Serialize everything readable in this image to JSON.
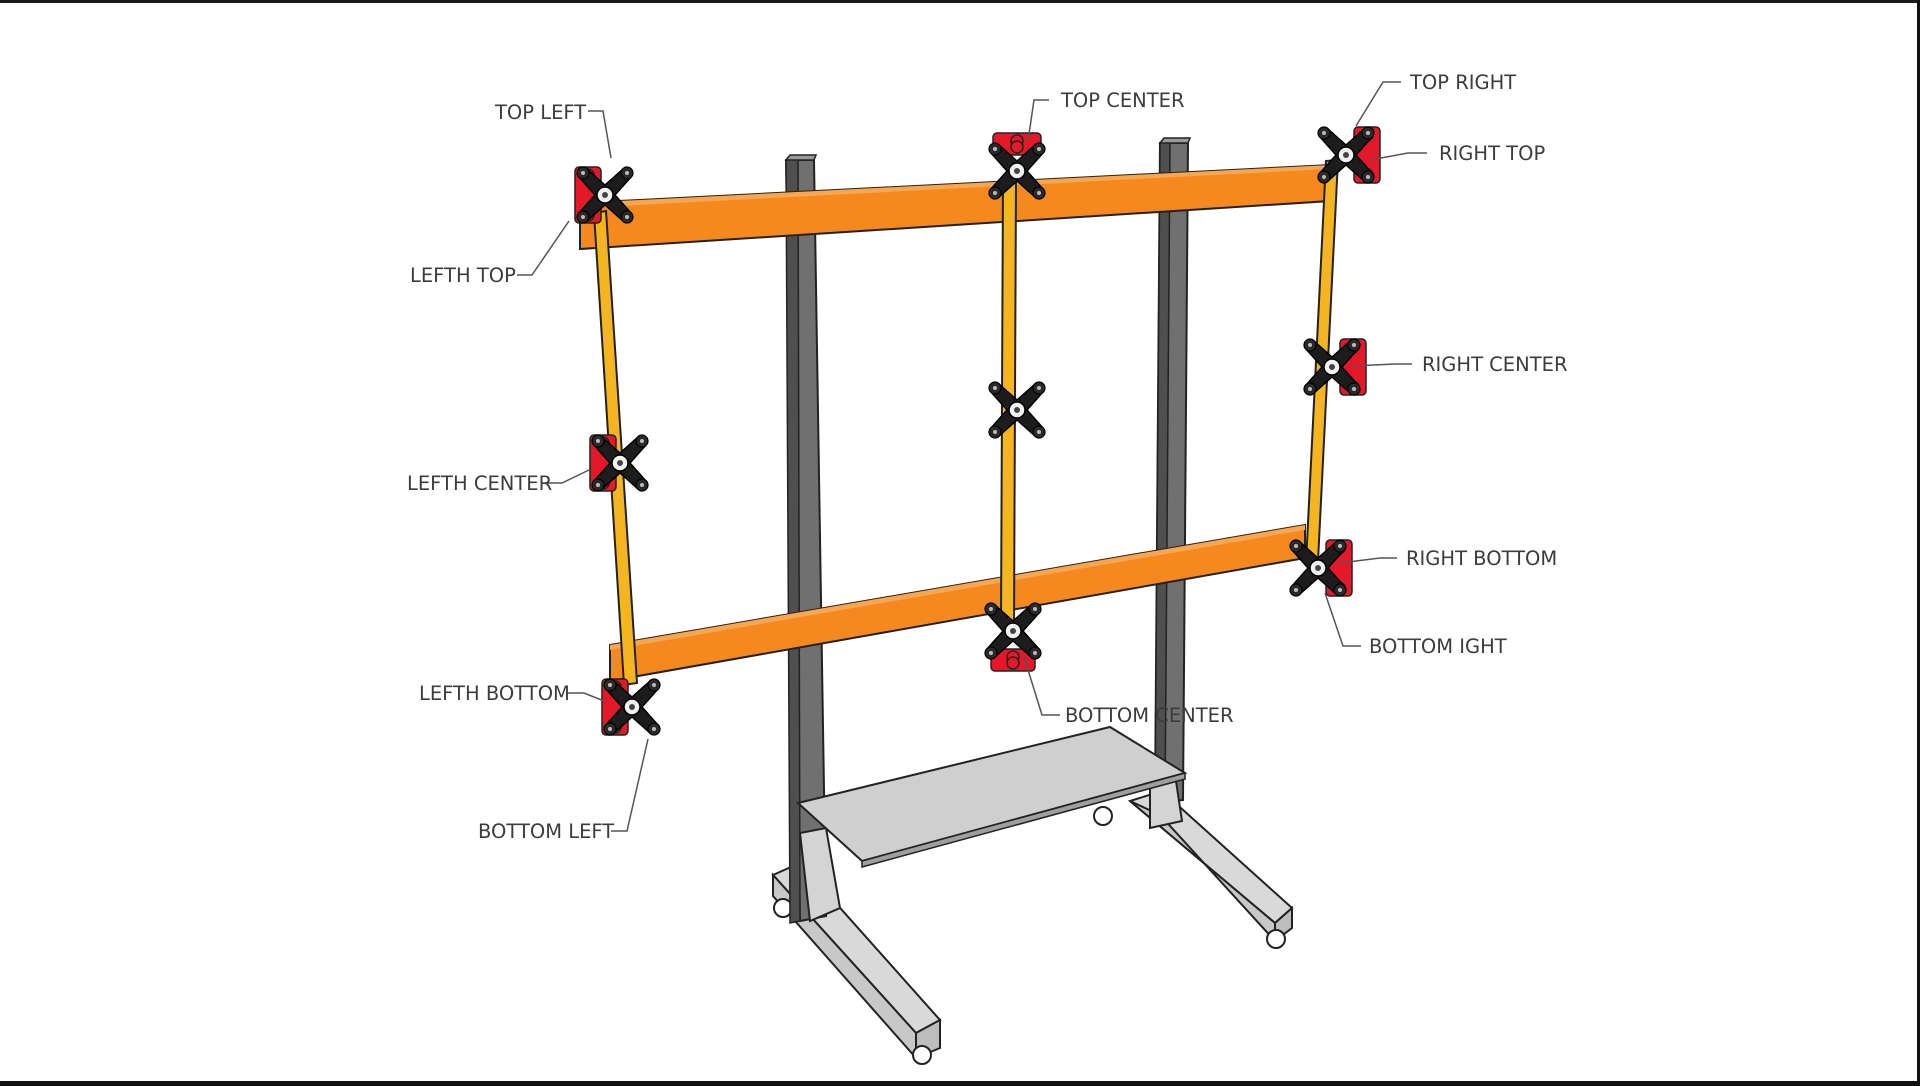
{
  "colors": {
    "background": "#ffffff",
    "frame_border": "#1a1a1a",
    "horizontal_beam": "#f5891f",
    "vertical_rail": "#f5b521",
    "post": "#6e6e6e",
    "bracket": "#1c1c1c",
    "clamp": "#e3192a",
    "shelf": "#cfcfcf",
    "base": "#d6d6d6",
    "label_text": "#3c3c3c"
  },
  "labels": {
    "top_left": "TOP LEFT",
    "top_center": "TOP CENTER",
    "top_right": "TOP RIGHT",
    "right_top": "RIGHT TOP",
    "lefth_top": "LEFTH TOP",
    "right_center": "RIGHT CENTER",
    "lefth_center": "LEFTH CENTER",
    "right_bottom": "RIGHT BOTTOM",
    "bottom_ight": "BOTTOM IGHT",
    "lefth_bottom": "LEFTH BOTTOM",
    "bottom_center": "BOTTOM CENTER",
    "bottom_left": "BOTTOM LEFT"
  },
  "icons": {
    "bracket": "mounting-bracket-icon",
    "clamp": "clamp-knob-icon"
  }
}
